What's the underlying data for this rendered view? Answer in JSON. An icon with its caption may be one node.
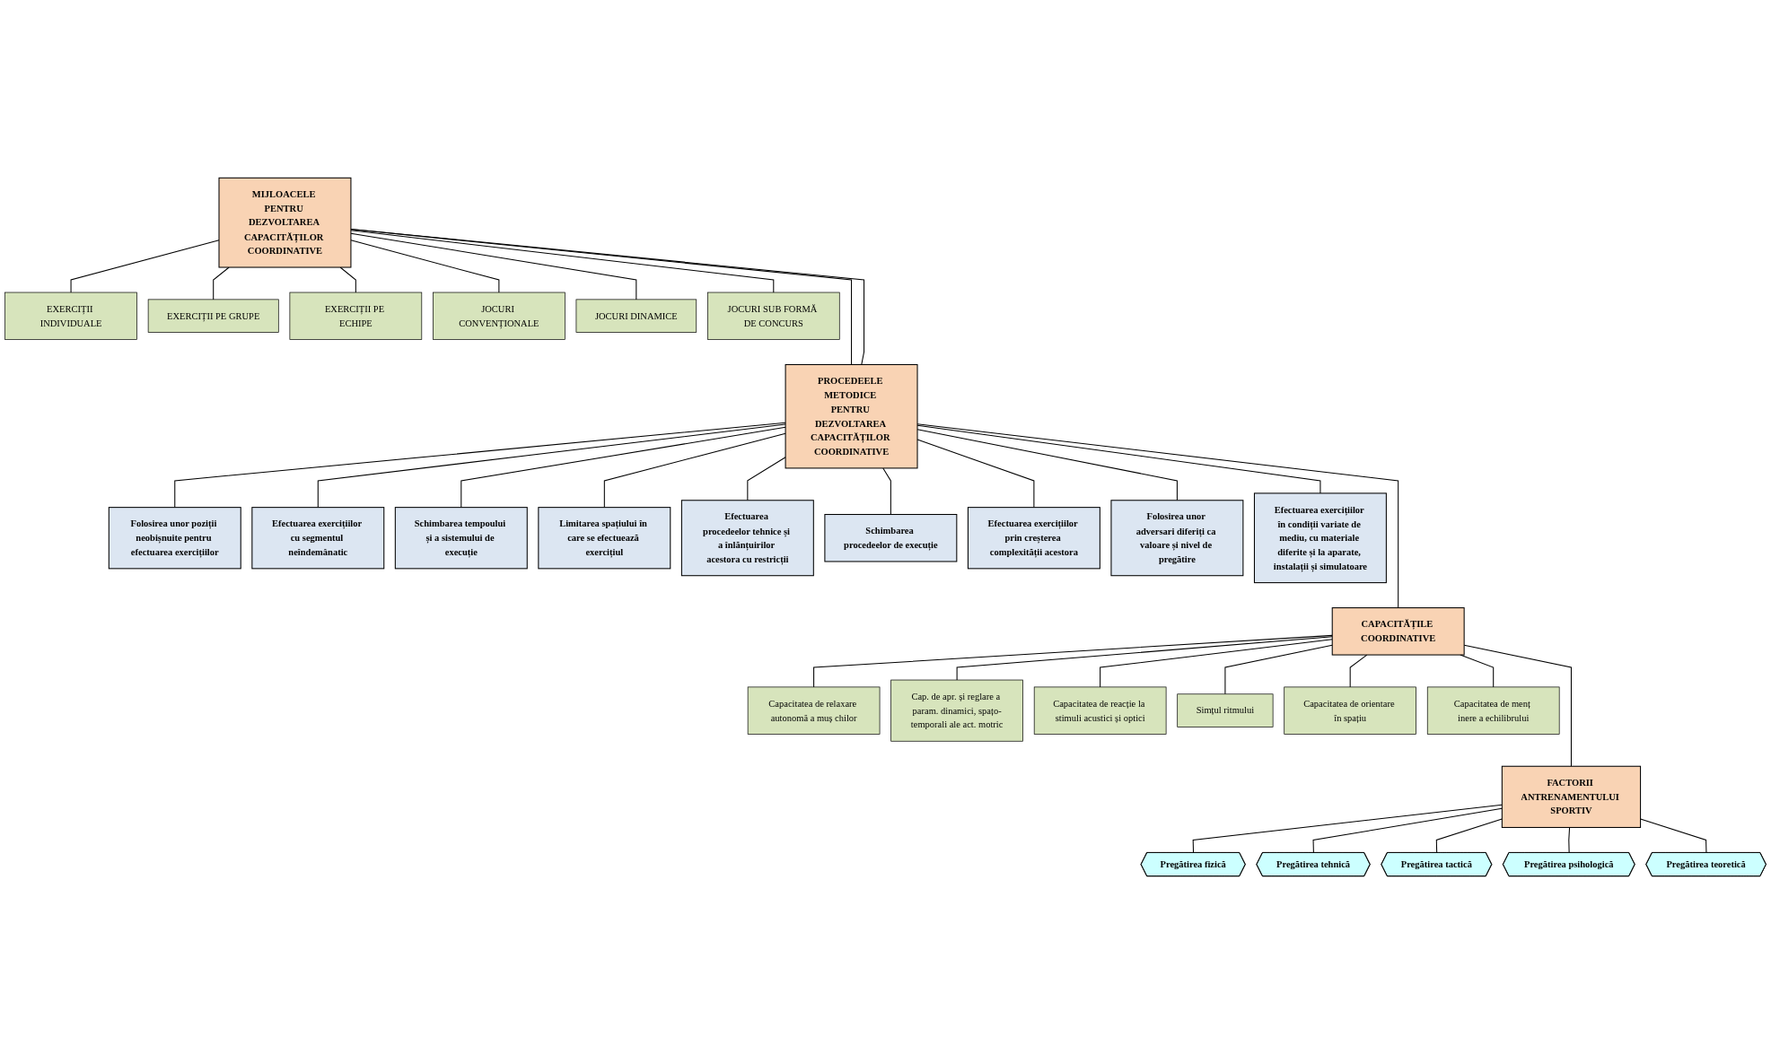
{
  "diagram": {
    "nodes": [
      {
        "text": [
          "MIJLOACELE PENTRU DEZVOLTAREA CAPACITĂȚILOR COORDINATIVE"
        ]
      },
      {
        "text": [
          "EXERCIȚII INDIVIDUALE"
        ]
      },
      {
        "text": [
          "EXERCIȚII PE GRUPE"
        ]
      },
      {
        "text": [
          "EXERCIȚII PE ECHIPE"
        ]
      },
      {
        "text": [
          "JOCURI CONVENȚIONALE"
        ]
      },
      {
        "text": [
          "JOCURI DINAMICE"
        ]
      },
      {
        "text": [
          "JOCURI SUB FORMĂ DE CONCURS"
        ]
      },
      {
        "text": [
          "PROCEDEELE METODICE PENTRU DEZVOLTAREA CAPACITĂȚILOR COORDINATIVE"
        ]
      },
      {
        "text": [
          "Folosirea unor poziții neobișnuite pentru efectuarea exercițiilor"
        ]
      },
      {
        "text": [
          "Efectuarea exercițiilor cu segmentul neîndemânatic"
        ]
      },
      {
        "text": [
          "Schimbarea tempoului și a sistemului de execuție"
        ]
      },
      {
        "text": [
          "Limitarea spațiului în care se efectuează exercițiul"
        ]
      },
      {
        "text": [
          "Efectuarea procedeelor tehnice și a înlănțuirilor acestora cu restricții"
        ]
      },
      {
        "text": [
          "Schimbarea procedeelor de execuție"
        ]
      },
      {
        "text": [
          "Efectuarea exercițiilor prin creșterea complexității acestora"
        ]
      },
      {
        "text": [
          "Folosirea unor adversari diferiți ca valoare și nivel de pregătire"
        ]
      },
      {
        "text": [
          "Efectuarea exercițiilor în condiții variate de mediu, cu materiale diferite și la aparate, instalații și simulatoare"
        ]
      },
      {
        "text": [
          "CAPACITĂȚILE COORDINATIVE"
        ]
      },
      {
        "text": [
          "Capacitatea de relaxare autonomă a muș chilor"
        ]
      },
      {
        "text": [
          "Cap. de apr. și reglare a param. dinamici, spațo-temporali ale act. motric"
        ]
      },
      {
        "text": [
          "Capacitatea de reacție la stimuli acustici și optici"
        ]
      },
      {
        "text": [
          "Simțul ritmului"
        ]
      },
      {
        "text": [
          "Capacitatea de orientare în spațiu"
        ]
      },
      {
        "text": [
          "Capacitatea de menț inere a echilibrului"
        ]
      },
      {
        "text": [
          "FACTORII ANTRENAMENTULUI SPORTIV"
        ]
      },
      {
        "text": [
          "Pregătirea fizică"
        ]
      },
      {
        "text": [
          "Pregătirea tehnică"
        ]
      },
      {
        "text": [
          "Pregătirea tactică"
        ]
      },
      {
        "text": [
          "Pregătirea psihologică"
        ]
      },
      {
        "text": [
          "Pregătirea teoretică"
        ]
      }
    ],
    "edges": [
      {
        "from": 0,
        "to": 1,
        "arrow": "none"
      },
      {
        "from": 0,
        "to": 2,
        "arrow": "none"
      },
      {
        "from": 0,
        "to": 3,
        "arrow": "none"
      },
      {
        "from": 0,
        "to": 4,
        "arrow": "none"
      },
      {
        "from": 0,
        "to": 5,
        "arrow": "none"
      },
      {
        "from": 0,
        "to": 6,
        "arrow": "none"
      },
      {
        "from": 7,
        "to": 8,
        "arrow": "none"
      },
      {
        "from": 7,
        "to": 9,
        "arrow": "none"
      },
      {
        "from": 7,
        "to": 10,
        "arrow": "none"
      },
      {
        "from": 7,
        "to": 11,
        "arrow": "none"
      },
      {
        "from": 7,
        "to": 12,
        "arrow": "none"
      },
      {
        "from": 7,
        "to": 13,
        "arrow": "none"
      },
      {
        "from": 7,
        "to": 14,
        "arrow": "none"
      },
      {
        "from": 7,
        "to": 15,
        "arrow": "none"
      },
      {
        "from": 7,
        "to": 16,
        "arrow": "none"
      },
      {
        "from": 17,
        "to": 18,
        "arrow": "none"
      },
      {
        "from": 17,
        "to": 19,
        "arrow": "none"
      },
      {
        "from": 17,
        "to": 20,
        "arrow": "none"
      },
      {
        "from": 17,
        "to": 21,
        "arrow": "none"
      },
      {
        "from": 17,
        "to": 22,
        "arrow": "none"
      },
      {
        "from": 17,
        "to": 23,
        "arrow": "none"
      },
      {
        "from": 24,
        "to": 25,
        "arrow": "none"
      },
      {
        "from": 24,
        "to": 26,
        "arrow": "none"
      },
      {
        "from": 24,
        "to": 27,
        "arrow": "none"
      },
      {
        "from": 24,
        "to": 28,
        "arrow": "none"
      },
      {
        "from": 24,
        "to": 29,
        "arrow": "none"
      },
      {
        "from": 0,
        "to": 7,
        "arrow": "none"
      },
      {
        "from": 0,
        "to": 7,
        "arrow": "none"
      },
      {
        "from": 7,
        "to": 17,
        "arrow": "none"
      },
      {
        "from": 17,
        "to": 24,
        "arrow": "none"
      }
    ]
  }
}
